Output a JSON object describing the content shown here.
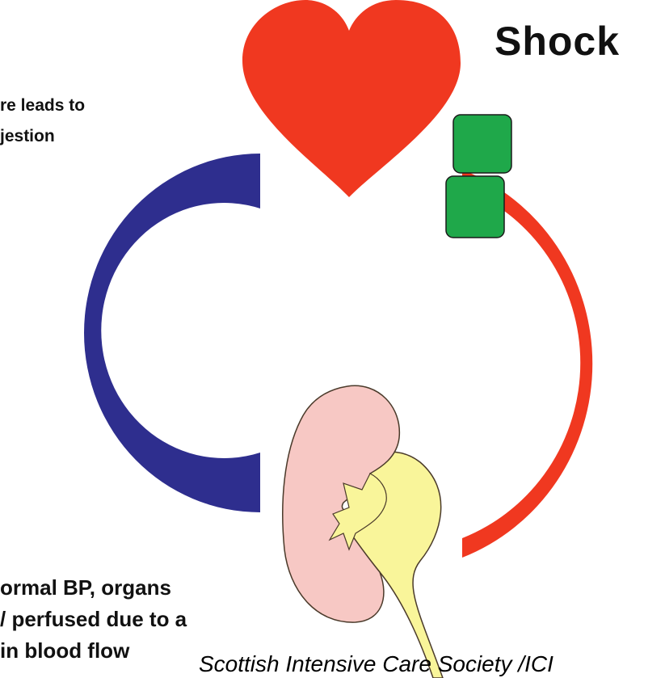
{
  "title": "Shock",
  "top_note": [
    "re leads to",
    "jestion"
  ],
  "bottom_note": [
    "ormal BP, organs",
    "/ perfused due to a",
    "in blood flow"
  ],
  "credit": "Scottish Intensive Care Society /ICI",
  "colors": {
    "heart": "#f03820",
    "artery": "#f03820",
    "vein": "#2e2e8e",
    "valve": "#1fa84a",
    "kidney": "#f7c8c4",
    "ureter": "#f9f59a",
    "outline": "#3a2a2a"
  }
}
